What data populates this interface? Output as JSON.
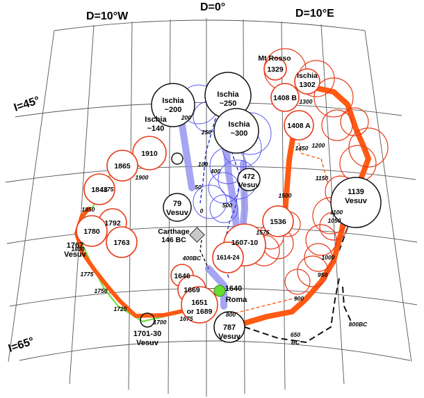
{
  "headers": {
    "d_west": "D=10°W",
    "d_zero": "D=0°",
    "d_east": "D=10°E",
    "i_45": "I=45°",
    "i_65": "I=65°"
  },
  "colors": {
    "grid": "#555555",
    "eastern_path": "#ff5a14",
    "western_path": "#ff5a14",
    "central_path": "#8f8ff0",
    "central_dashed": "#2233cc",
    "green_path": "#66dd33",
    "red_circle": "#e83a1a",
    "blue_circle": "#5a5af0",
    "black_circle": "#111111"
  },
  "red_labels": {
    "mt_rosso": "Mt Rosso",
    "y1329": "1329",
    "ischia_1302_a": "Ischia",
    "ischia_1302_b": "1302",
    "y1408b": "1408 B",
    "y1408a": "1408 A",
    "y1910": "1910",
    "y1865": "1865",
    "y1843": "1843",
    "y1792": "1792",
    "y1780": "1780",
    "y1763": "1763",
    "y1536": "1536",
    "y1607": "1607-10",
    "y1614": "1614-24",
    "y1646": "1646",
    "y1669": "1669",
    "y1651a": "1651",
    "y1651b": "or 1689"
  },
  "black_labels": {
    "ischia200_a": "Ischia",
    "ischia200_b": "~200",
    "ischia250_a": "Ischia",
    "ischia250_b": "~250",
    "ischia300_a": "Ischia",
    "ischia300_b": "~300",
    "ischia140_a": "Ischia",
    "ischia140_b": "~140",
    "v472_a": "472",
    "v472_b": "Vesuv",
    "v79_a": "79",
    "v79_b": "Vesuv",
    "carthage_a": "Carthage",
    "carthage_b": "146 BC",
    "v1139_a": "1139",
    "v1139_b": "Vesuv",
    "v1767_a": "1767",
    "v1767_b": "Vesuv",
    "v1701_a": "1701-30",
    "v1701_b": "Vesuv",
    "v787_a": "787",
    "v787_b": "Vesuv",
    "roma": "Roma",
    "y1640": "1640"
  },
  "annotations": {
    "a1300": "1300",
    "a1450": "1450",
    "a1200": "1200",
    "a1150": "1150",
    "a1500": "1500",
    "a1100": "1100",
    "a1050": "1050",
    "a1575": "1575",
    "a1000": "1000",
    "a950": "950",
    "a900": "900",
    "a800bc": "800BC",
    "a650": "650",
    "abc": "BC",
    "a800": "800",
    "a200": "200",
    "a250": "250",
    "a100": "100",
    "a400": "400",
    "a50": "50",
    "a500": "500",
    "a0": "0",
    "a400bc": "400BC",
    "a1900": "1900",
    "a1875": "1875",
    "a1850": "1850",
    "a1800": "1800",
    "a1775": "1775",
    "a1750": "1750",
    "a1725": "1725",
    "a1700": "1700",
    "a1675": "1675"
  }
}
